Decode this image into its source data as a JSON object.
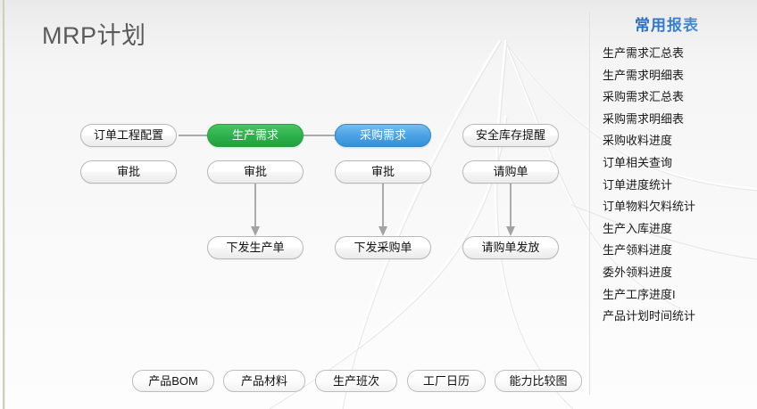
{
  "header": {
    "title": "MRP计划"
  },
  "sidebar": {
    "title": "常用报表",
    "items": [
      {
        "label": "生产需求汇总表"
      },
      {
        "label": "生产需求明细表"
      },
      {
        "label": "采购需求汇总表"
      },
      {
        "label": "采购需求明细表"
      },
      {
        "label": "采购收料进度"
      },
      {
        "label": "订单相关查询"
      },
      {
        "label": "订单进度统计"
      },
      {
        "label": "订单物料欠料统计"
      },
      {
        "label": "生产入库进度"
      },
      {
        "label": "生产领料进度"
      },
      {
        "label": "委外领料进度"
      },
      {
        "label": "生产工序进度I"
      },
      {
        "label": "产品计划时间统计"
      }
    ]
  },
  "flow": {
    "columns": [
      {
        "key": "order",
        "primary": "订单工程配置",
        "approval": "审批",
        "output": null
      },
      {
        "key": "production-demand",
        "primary": "生产需求",
        "approval": "审批",
        "output": "下发生产单"
      },
      {
        "key": "purchase-demand",
        "primary": "采购需求",
        "approval": "审批",
        "output": "下发采购单"
      },
      {
        "key": "safety-stock",
        "primary": "安全库存提醒",
        "approval": "请购单",
        "output": "请购单发放"
      }
    ]
  },
  "toolbar": {
    "items": [
      {
        "label": "产品BOM"
      },
      {
        "label": "产品材料"
      },
      {
        "label": "生产班次"
      },
      {
        "label": "工厂日历"
      },
      {
        "label": "能力比较图"
      }
    ]
  },
  "colors": {
    "green": "#2eb24c",
    "blue": "#4aa3e3",
    "accent_title": "#2b6fc4",
    "text": "#111111",
    "header_text": "#5a5a5a",
    "arrow": "#aaaaaa"
  }
}
